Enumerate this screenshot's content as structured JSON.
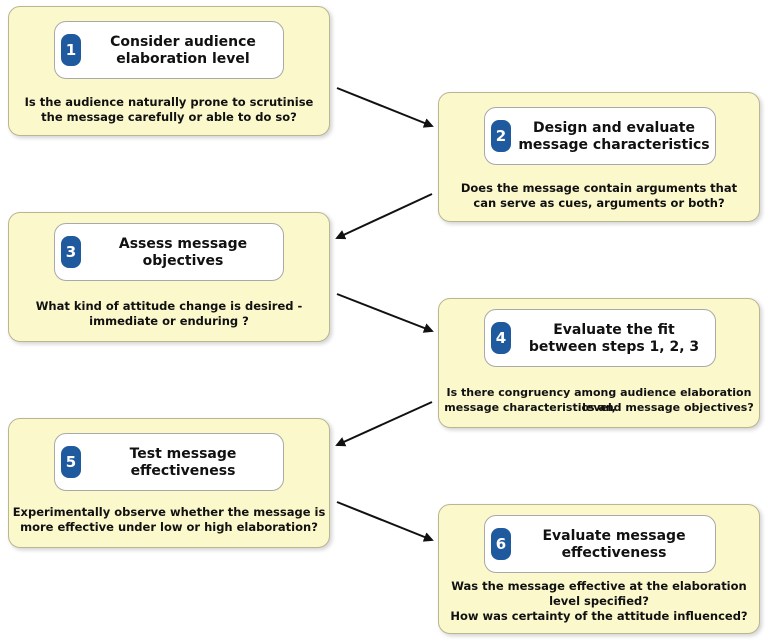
{
  "steps": [
    {
      "number": "1",
      "title_line1": "Consider audience",
      "title_line2": "elaboration level",
      "desc_line1": "Is the audience naturally prone to scrutinise",
      "desc_line2": "the message carefully or able to do so?",
      "desc_line3": ""
    },
    {
      "number": "2",
      "title_line1": "Design and evaluate",
      "title_line2": "message characteristics",
      "desc_line1": "Does the message contain arguments that",
      "desc_line2": "can serve as cues, arguments or both?",
      "desc_line3": ""
    },
    {
      "number": "3",
      "title_line1": "Assess message",
      "title_line2": "objectives",
      "desc_line1": "What kind of attitude change is desired -",
      "desc_line2": "immediate or enduring ?",
      "desc_line3": ""
    },
    {
      "number": "4",
      "title_line1": "Evaluate the fit",
      "title_line2": "between steps 1, 2, 3",
      "desc_line1": "Is there congruency among audience elaboration level,",
      "desc_line2": "message characteristics and message objectives?",
      "desc_line3": ""
    },
    {
      "number": "5",
      "title_line1": "Test message",
      "title_line2": "effectiveness",
      "desc_line1": "Experimentally observe whether the message is",
      "desc_line2": "more effective under low or high elaboration?",
      "desc_line3": ""
    },
    {
      "number": "6",
      "title_line1": "Evaluate message",
      "title_line2": "effectiveness",
      "desc_line1": "Was the message effective at the elaboration",
      "desc_line2": "level specified?",
      "desc_line3": "How was certainty of the attitude influenced?"
    }
  ],
  "colors": {
    "card_bg": "#fbf8cc",
    "badge": "#1f5a9e",
    "arrow": "#111111"
  }
}
